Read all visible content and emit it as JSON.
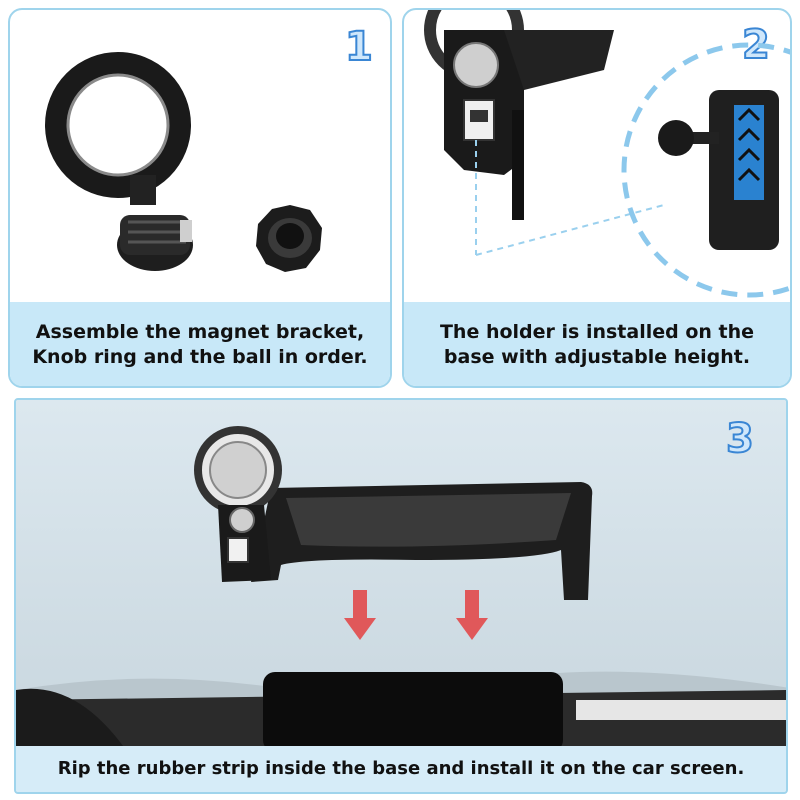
{
  "steps": [
    {
      "number": "1",
      "caption_line1": "Assemble the magnet bracket,",
      "caption_line2": "Knob ring and the ball in order."
    },
    {
      "number": "2",
      "caption_line1": "The holder is installed on the",
      "caption_line2": "base with adjustable height."
    },
    {
      "number": "3",
      "caption_line1": "Rip the rubber strip inside the base and install it on the car screen."
    }
  ],
  "colors": {
    "panel_border": "#9fd4ec",
    "caption_bg": "#c8e8f8",
    "step_number": "#3a86d4",
    "arrow": "#e0585a"
  },
  "icons": [
    "magnet-ring",
    "ball-joint",
    "knob-ring",
    "holder-clip",
    "screen-base",
    "down-arrow"
  ]
}
